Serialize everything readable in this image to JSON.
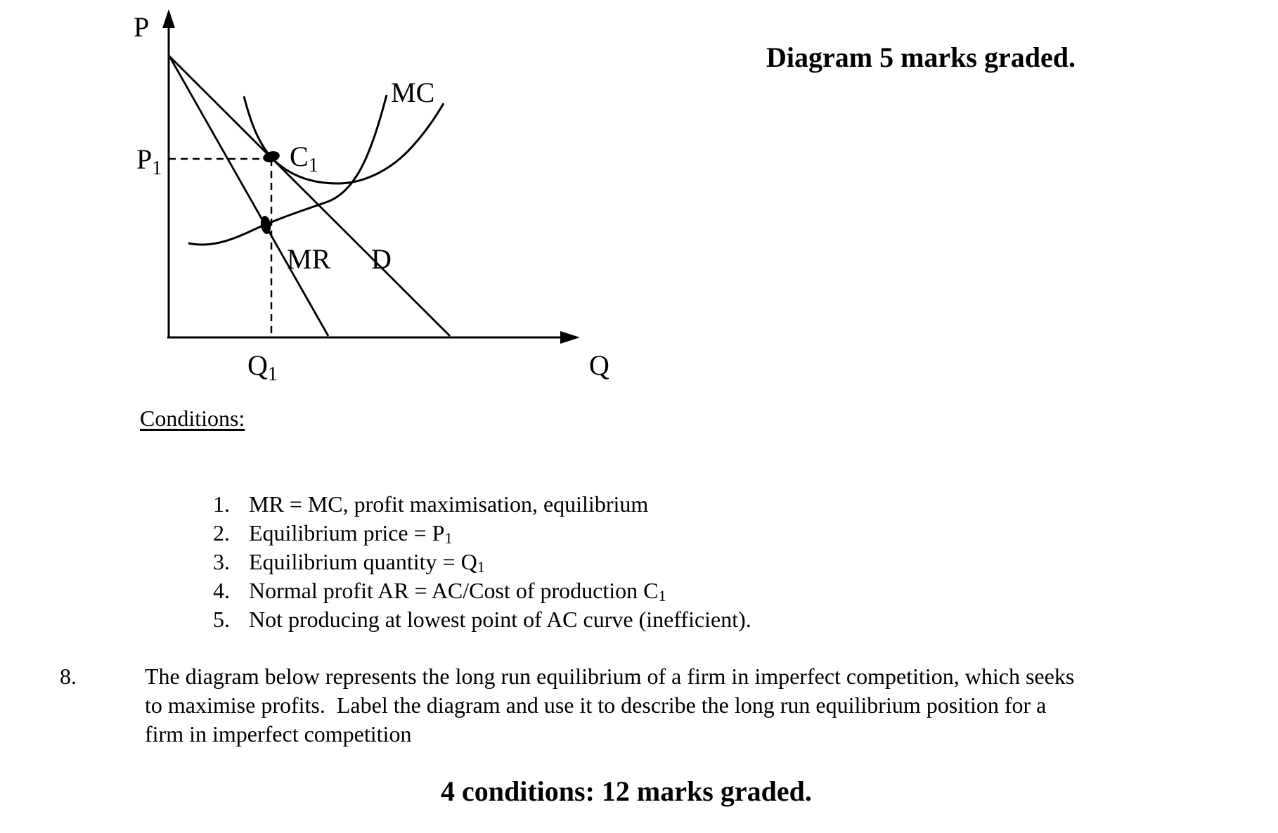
{
  "note_top": "Diagram 5 marks graded.",
  "diagram": {
    "y_axis_label": "P",
    "x_axis_label": "Q",
    "price_label": {
      "base": "P",
      "sub": "1"
    },
    "quantity_label": {
      "base": "Q",
      "sub": "1"
    },
    "cost_point_label": {
      "base": "C",
      "sub": "1"
    },
    "mc_label": "MC",
    "mr_label": "MR",
    "demand_label": "D"
  },
  "conditions": {
    "heading": "Conditions:",
    "items": [
      {
        "num": "1.",
        "pre": "MR = MC, profit maximisation, equilibrium",
        "sub": "",
        "post": ""
      },
      {
        "num": "2.",
        "pre": "Equilibrium price = P",
        "sub": "1",
        "post": ""
      },
      {
        "num": "3.",
        "pre": "Equilibrium quantity = Q",
        "sub": "1",
        "post": ""
      },
      {
        "num": "4.",
        "pre": "Normal profit AR = AC/Cost of production C",
        "sub": "1",
        "post": ""
      },
      {
        "num": "5.",
        "pre": "Not producing at lowest point of AC curve (inefficient).",
        "sub": "",
        "post": ""
      }
    ]
  },
  "question": {
    "number": "8.",
    "lines": [
      "The diagram below represents the long run equilibrium of a firm in imperfect competition, which seeks",
      "to maximise profits.  Label the diagram and use it to describe the long run equilibrium position for a",
      "firm in imperfect competition"
    ]
  },
  "note_bottom": "4 conditions: 12 marks graded.",
  "colors": {
    "ink": "#000000",
    "background": "#ffffff"
  }
}
